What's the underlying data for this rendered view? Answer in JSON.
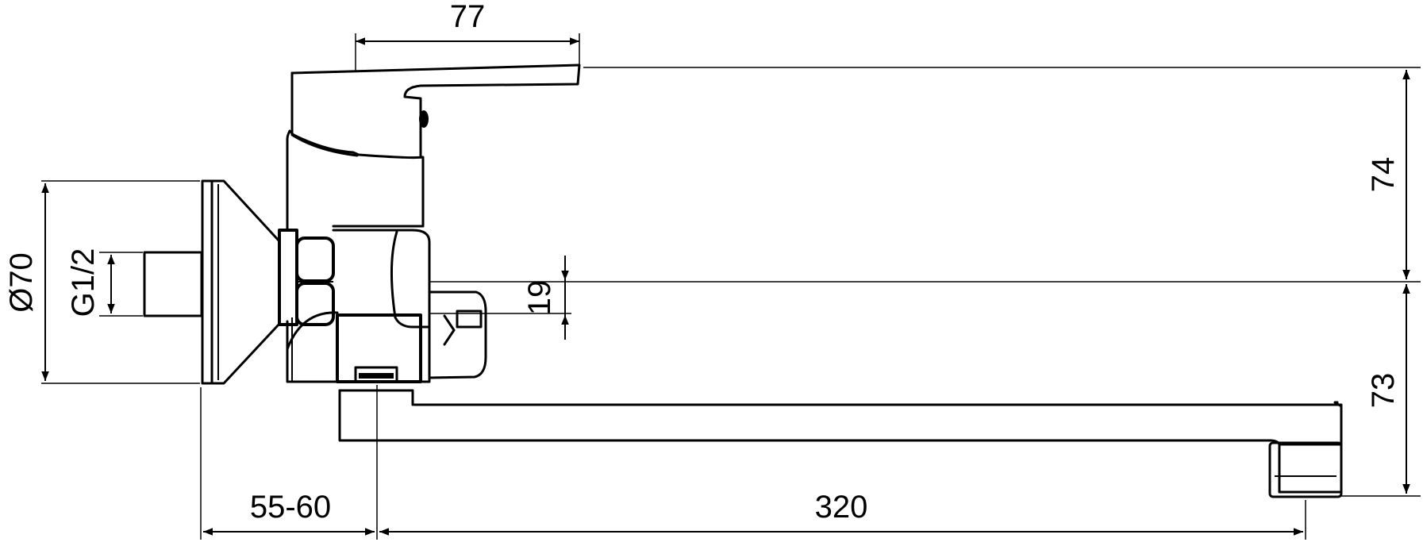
{
  "drawing": {
    "title": "",
    "background": "#ffffff",
    "line_color": "#000000",
    "dimensions": {
      "handle_length": "77",
      "handle_height": "74",
      "outlet_offset": "19",
      "spout_height": "73",
      "spout_reach": "320",
      "wall_distance": "55-60",
      "flange_diameter": "Ø70",
      "thread_size": "G1/2"
    }
  }
}
